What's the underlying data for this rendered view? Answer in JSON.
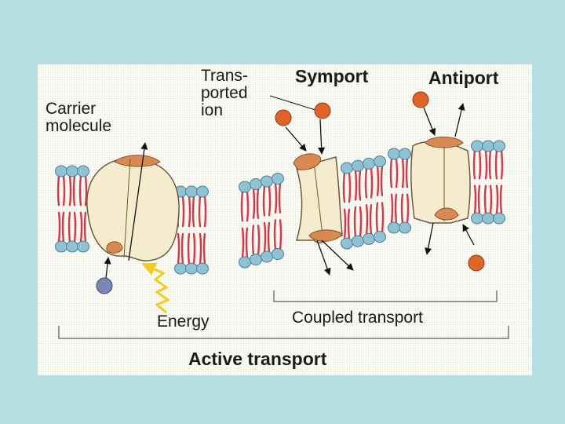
{
  "labels": {
    "carrier_line1": "Carrier",
    "carrier_line2": "molecule",
    "ion_line1": "Trans-",
    "ion_line2": "ported",
    "ion_line3": "ion",
    "symport": "Symport",
    "antiport": "Antiport",
    "energy": "Energy",
    "coupled_transport": "Coupled transport",
    "active_transport": "Active transport"
  },
  "colors": {
    "slide_background": "#b7dfe3",
    "lipid_head": "#8fc3d4",
    "lipid_tail": "#d23a46",
    "carrier_protein": "#f4eccd",
    "binding_site": "#d98a53",
    "ion": "#e0642a",
    "cotransported_ion": "#7b85b6",
    "energy_arrow": "#f2cd1d"
  }
}
